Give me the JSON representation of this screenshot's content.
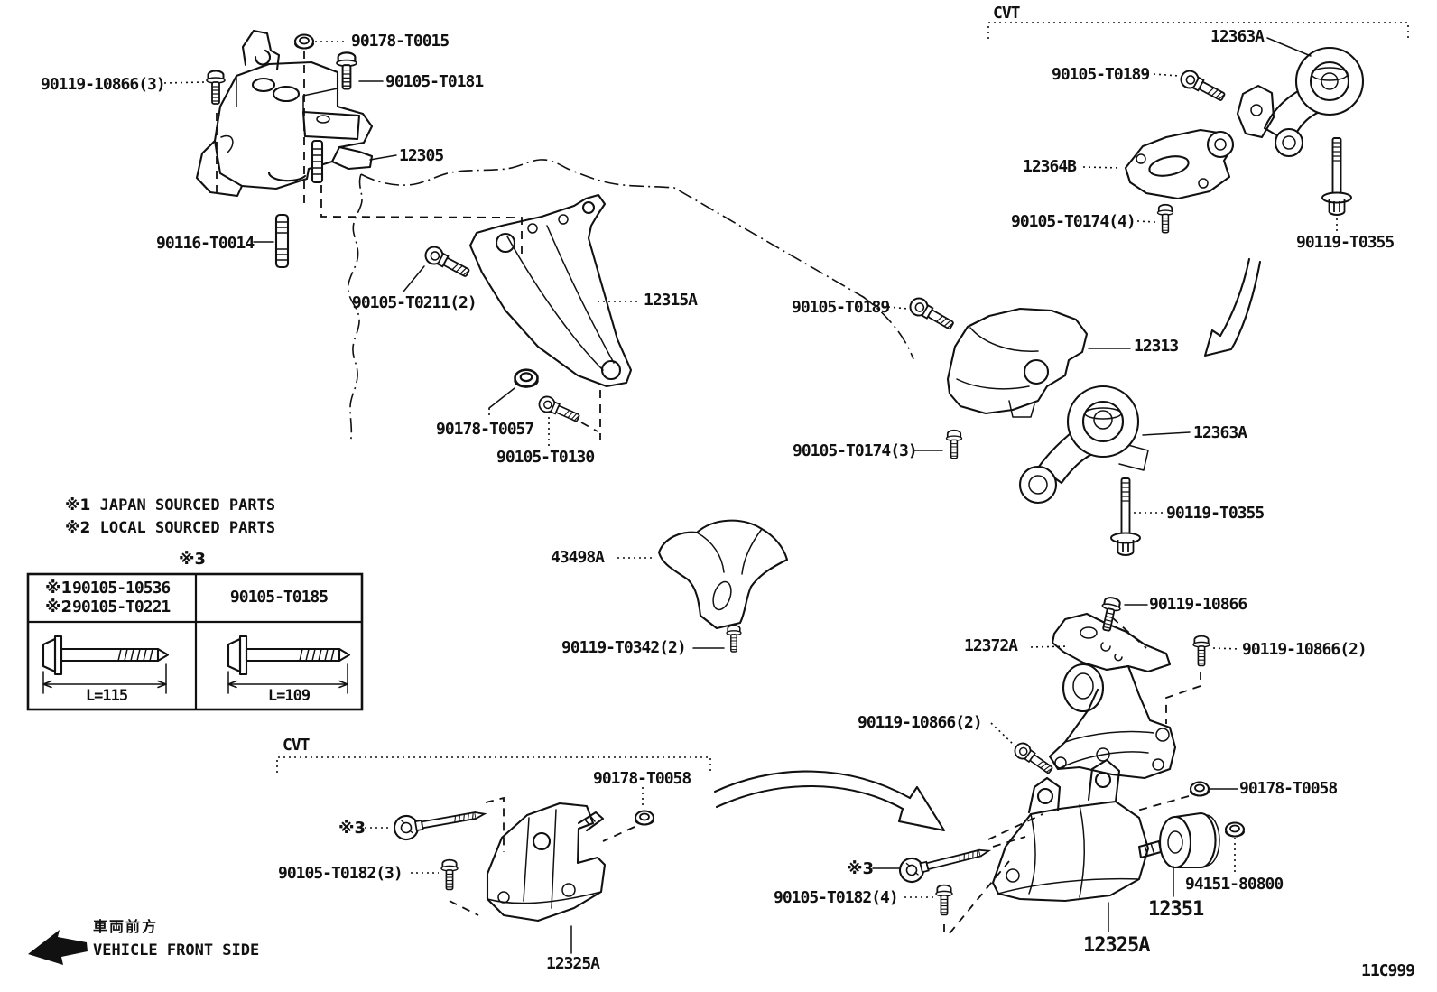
{
  "diagram": {
    "code": "11C999",
    "ink": "#111111",
    "paper": "#ffffff"
  },
  "notes": {
    "n1_marker": "※1",
    "n1_text": " JAPAN SOURCED PARTS",
    "n2_marker": "※2",
    "n2_text": " LOCAL SOURCED PARTS",
    "table_ref": "※3"
  },
  "bolt_table": {
    "left_rows": [
      {
        "marker": "※1",
        "part": "90105-10536"
      },
      {
        "marker": "※2",
        "part": "90105-T0221"
      }
    ],
    "right_part": "90105-T0185",
    "left_length": "L=115",
    "right_length": "L=109"
  },
  "sections": {
    "engine_mount": {
      "part": "12305",
      "nut": "90178-T0015",
      "bolt_a": "90105-T0181",
      "bolt_b": "90119-10866(3)",
      "stud": "90116-T0014"
    },
    "front_bracket": {
      "part": "12315A",
      "bolt_a": "90105-T0211(2)",
      "nut": "90178-T0057",
      "bolt_b": "90105-T0130"
    },
    "cvt_upper": {
      "tag": "CVT",
      "rod": "12363A",
      "bracket": "12364B",
      "bolt_a": "90105-T0189",
      "bolt_b": "90105-T0174(4)",
      "bolt_c": "90119-T0355"
    },
    "rear_mount": {
      "mount": "12313",
      "rod": "12363A",
      "bolt_a": "90105-T0189",
      "bolt_b": "90105-T0174(3)",
      "bolt_c": "90119-T0355"
    },
    "heat_shield": {
      "part": "43498A",
      "bolt": "90119-T0342(2)"
    },
    "side_bracket": {
      "part": "12372A",
      "bolt_top": "90119-10866",
      "bolt_right": "90119-10866(2)",
      "bolt_left": "90119-10866(2)"
    },
    "cvt_lower": {
      "tag": "CVT",
      "part": "12325A",
      "nut": "90178-T0058",
      "ref": "※3",
      "bolt": "90105-T0182(3)"
    },
    "rear_lower": {
      "part": "12325A",
      "damper": "12351",
      "nut_a": "90178-T0058",
      "ref": "※3",
      "bolt": "90105-T0182(4)",
      "nut_b": "94151-80800"
    }
  },
  "footer": {
    "front_jp": "車両前方",
    "front_en": "VEHICLE FRONT SIDE",
    "code": "11C999"
  }
}
